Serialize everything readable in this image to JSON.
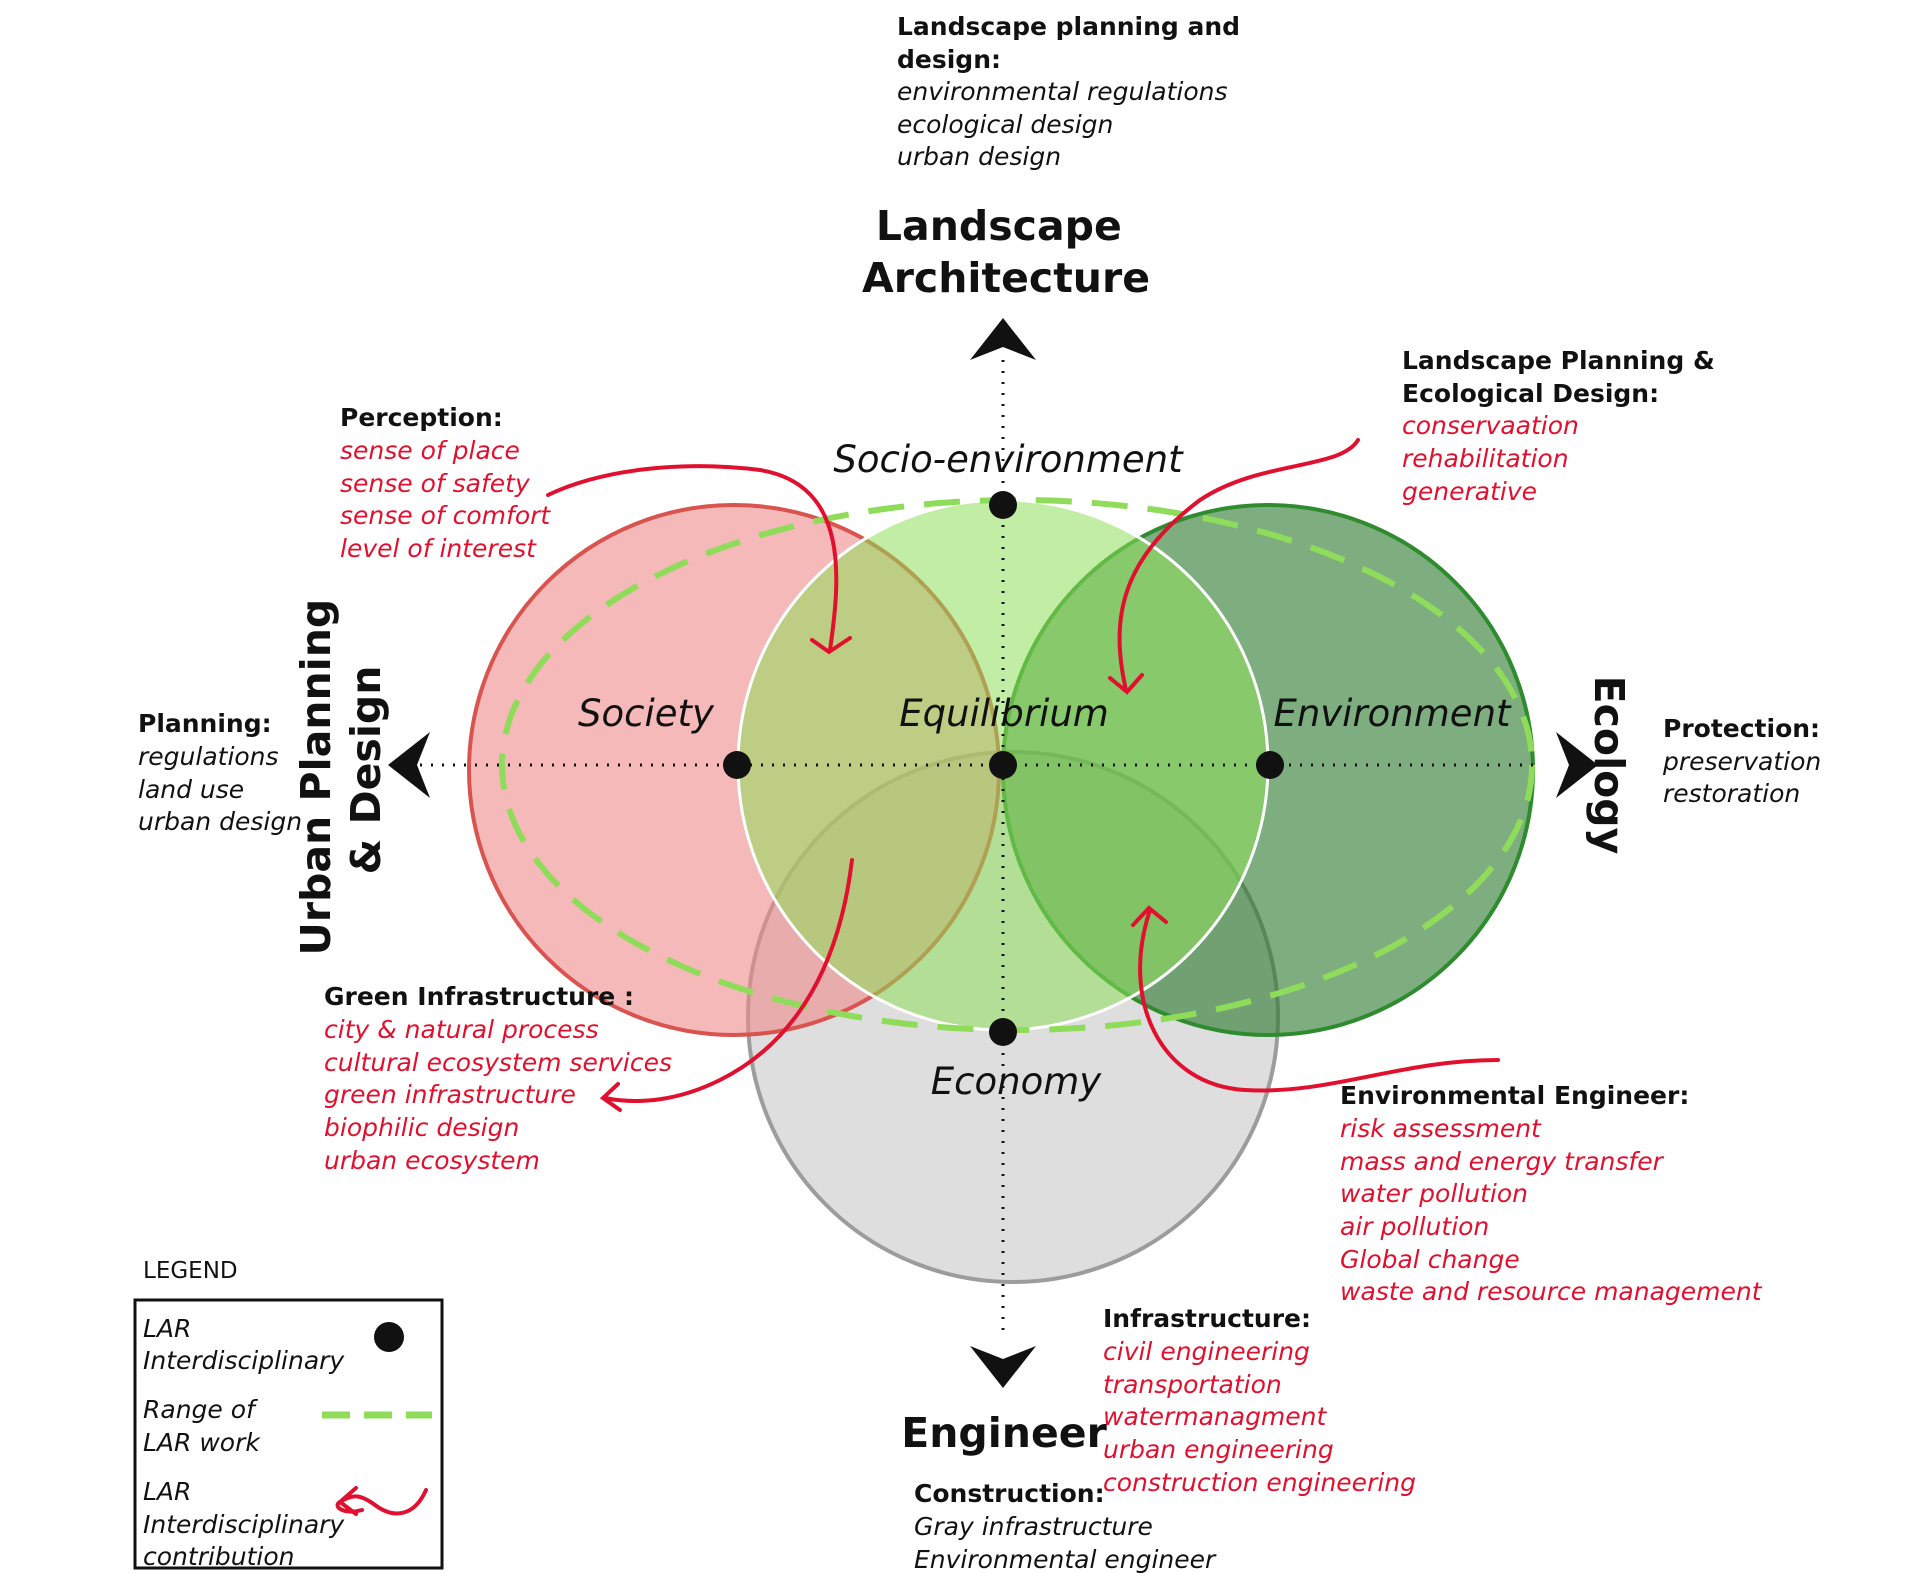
{
  "axes": {
    "top": "Landscape Architecture",
    "top_lines": [
      "Landscape",
      "Architecture"
    ],
    "left": "Urban Planning & Design",
    "left_lines": [
      "Urban Planning",
      "& Design"
    ],
    "right": "Ecology",
    "bottom": "Engineer"
  },
  "circles": {
    "society": "Society",
    "socio_environment": "Socio-environment",
    "equilibrium": "Equilibrium",
    "environment": "Environment",
    "economy": "Economy"
  },
  "blocks": {
    "landscape_planning_design": {
      "title_lines": [
        "Landscape planning and",
        "design:"
      ],
      "items": [
        "environmental regulations",
        "ecological design",
        "urban design"
      ]
    },
    "perception": {
      "title": "Perception:",
      "items": [
        "sense of place",
        "sense of safety",
        "sense of comfort",
        "level of interest"
      ]
    },
    "landscape_planning_ecological": {
      "title_lines": [
        "Landscape Planning &",
        "Ecological Design:"
      ],
      "items": [
        "conservaation",
        "rehabilitation",
        "generative"
      ]
    },
    "planning": {
      "title": "Planning:",
      "items": [
        "regulations",
        "land use",
        "urban design"
      ]
    },
    "protection": {
      "title": "Protection:",
      "items": [
        "preservation",
        "restoration"
      ]
    },
    "green_infrastructure": {
      "title": "Green Infrastructure :",
      "items": [
        "city & natural process",
        "cultural ecosystem services",
        "green infrastructure",
        "biophilic design",
        "urban ecosystem"
      ]
    },
    "environmental_engineer": {
      "title": "Environmental Engineer:",
      "items": [
        "risk assessment",
        "mass and energy transfer",
        "water pollution",
        "air pollution",
        "Global change",
        "waste and resource management"
      ]
    },
    "infrastructure": {
      "title": "Infrastructure:",
      "items": [
        "civil engineering",
        "transportation",
        "watermanagment",
        "urban engineering",
        "construction engineering"
      ]
    },
    "construction": {
      "title": "Construction:",
      "items": [
        "Gray infrastructure",
        "Environmental engineer"
      ]
    }
  },
  "legend": {
    "title": "LEGEND",
    "interdisciplinary_lines": [
      "LAR",
      "Interdisciplinary"
    ],
    "range_lines": [
      "Range of",
      "LAR work"
    ],
    "contribution_lines": [
      "LAR",
      "Interdisciplinary",
      "contribution"
    ]
  },
  "colors": {
    "society_fill": "#f08a8a",
    "socio_fill": "#8ee05a",
    "environment_fill": "#2e7d32",
    "economy_fill": "#c8c8c8",
    "dashed_range": "#8fdc5a",
    "contribution_red": "#e0102e"
  }
}
